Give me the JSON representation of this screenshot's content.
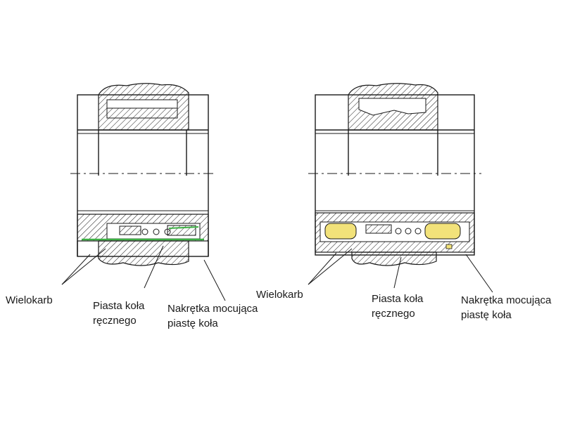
{
  "colors": {
    "ink": "#1a1a1a",
    "hatch": "#1a1a1a",
    "seal_green": "#3cb043",
    "bearing_yellow": "#f2e27a"
  },
  "left_figure": {
    "labels": {
      "spline": "Wielokarb",
      "hub_line1": "Piasta koła",
      "hub_line2": "ręcznego",
      "nut_line1": "Nakrętka mocująca",
      "nut_line2": "piastę koła"
    }
  },
  "right_figure": {
    "labels": {
      "spline": "Wielokarb",
      "hub_line1": "Piasta koła",
      "hub_line2": "ręcznego",
      "nut_line1": "Nakrętka mocująca",
      "nut_line2": "piastę koła"
    }
  }
}
